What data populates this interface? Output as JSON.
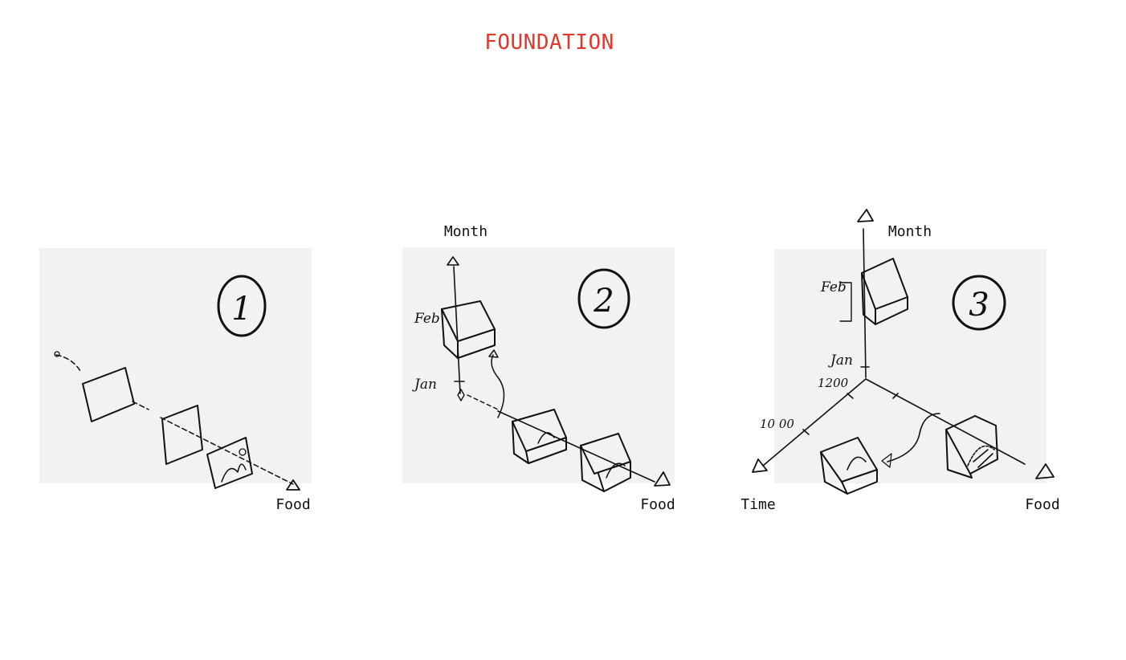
{
  "title": "FOUNDATION",
  "colors": {
    "title": "#e2372b",
    "panel": "#f2f2f2",
    "ink": "#111111"
  },
  "panels": [
    {
      "number": "1",
      "axis_labels": {
        "food": "Food"
      }
    },
    {
      "number": "2",
      "axis_labels": {
        "month": "Month",
        "food": "Food"
      },
      "sketch_labels": {
        "feb": "Feb",
        "jan": "Jan"
      }
    },
    {
      "number": "3",
      "axis_labels": {
        "month": "Month",
        "time": "Time",
        "food": "Food"
      },
      "sketch_labels": {
        "feb": "Feb",
        "jan": "Jan",
        "t1200": "1200",
        "t1000": "10 00"
      }
    }
  ]
}
